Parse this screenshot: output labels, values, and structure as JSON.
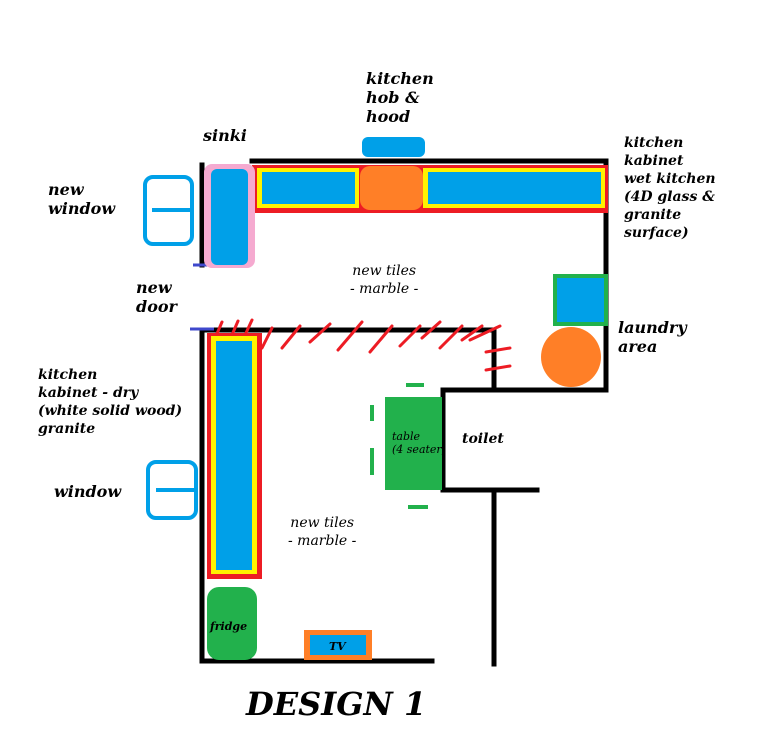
{
  "title": "DESIGN 1",
  "labels": {
    "hob": [
      "kitchen",
      "hob &",
      "hood"
    ],
    "sinki": "sinki",
    "new_window": [
      "new",
      "window"
    ],
    "wet_kitchen": [
      "kitchen",
      "kabinet",
      "wet kitchen",
      "(4D glass &",
      "granite",
      "surface)"
    ],
    "tiles_top": [
      "new tiles",
      "- marble -"
    ],
    "new_door": [
      "new",
      "door"
    ],
    "laundry": [
      "laundry",
      "area"
    ],
    "dry_kitchen": [
      "kitchen",
      "kabinet - dry",
      "(white solid wood)",
      "granite"
    ],
    "window": "window",
    "table": [
      "table",
      "(4 seater)"
    ],
    "toilet": "toilet",
    "tiles_bottom": [
      "new tiles",
      "- marble -"
    ],
    "fridge": "fridge",
    "tv": "TV"
  },
  "colors": {
    "wall": "#000000",
    "fixture_blue": "#00a0e8",
    "hob_orange": "#ff7f27",
    "border_red": "#ed1c24",
    "border_yellow": "#fff200",
    "sink_pink": "#f5aad0",
    "green": "#22b14c",
    "door_hatch": "#ed1c24",
    "door_marker": "#3f48cc"
  }
}
